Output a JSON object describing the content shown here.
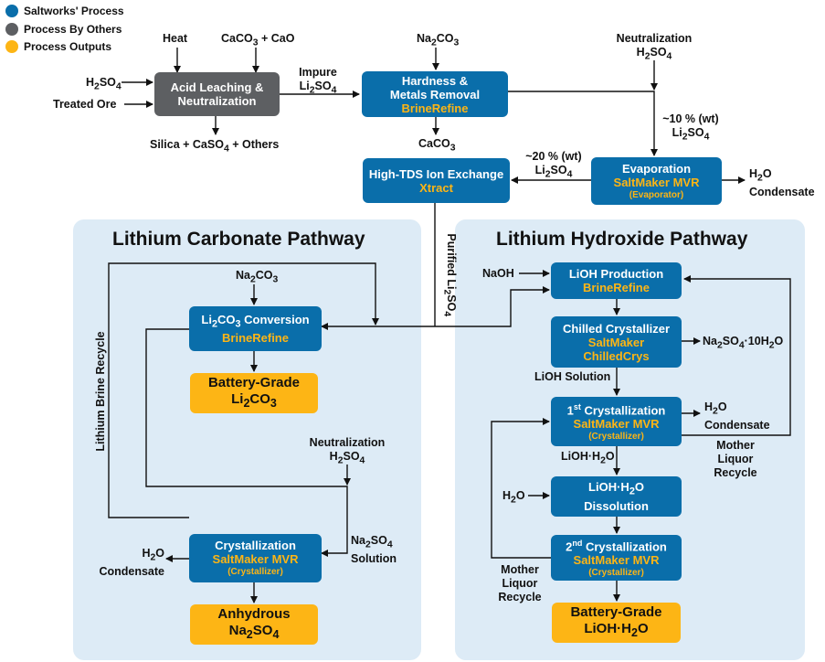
{
  "legend": [
    {
      "label": "Saltworks' Process",
      "color": "#0a6eaa"
    },
    {
      "label": "Process By Others",
      "color": "#5d5f62"
    },
    {
      "label": "Process Outputs",
      "color": "#fdb515"
    }
  ],
  "panels": {
    "carbonate_title": "Lithium Carbonate Pathway",
    "hydroxide_title": "Lithium Hydroxide Pathway"
  },
  "boxes": {
    "acid": {
      "l1": "Acid Leaching &",
      "l2": "Neutralization"
    },
    "hardness": {
      "l1": "Hardness &",
      "l2": "Metals Removal",
      "brand": "BrineRefine"
    },
    "ion_exchange": {
      "l1": "High-TDS Ion Exchange",
      "brand": "Xtract"
    },
    "evaporation": {
      "l1": "Evaporation",
      "brand": "SaltMaker MVR",
      "sub": "(Evaporator)"
    },
    "li2co3_conversion": {
      "a": "Li",
      "sub1": "2",
      "b": "CO",
      "sub2": "3",
      "c": " Conversion",
      "brand": "BrineRefine"
    },
    "battery_li2co3": {
      "l1": "Battery-Grade",
      "a": "Li",
      "sub1": "2",
      "b": "CO",
      "sub2": "3"
    },
    "crystallization_c": {
      "l1": "Crystallization",
      "brand": "SaltMaker MVR",
      "sub": "(Crystallizer)"
    },
    "anhydrous": {
      "l1": "Anhydrous",
      "a": "Na",
      "sub1": "2",
      "b": "SO",
      "sub2": "4"
    },
    "lioh_production": {
      "l1": "LiOH Production",
      "brand": "BrineRefine"
    },
    "chilled": {
      "l1": "Chilled Crystallizer",
      "brand1": "SaltMaker",
      "brand2": "ChilledCrys"
    },
    "first_cryst": {
      "sup": "st",
      "num": "1",
      "l1": " Crystallization",
      "brand": "SaltMaker MVR",
      "sub": "(Crystallizer)"
    },
    "dissolution": {
      "l1": "LiOH·H",
      "sub1": "2",
      "l1b": "O",
      "l2": "Dissolution"
    },
    "second_cryst": {
      "sup": "nd",
      "num": "2",
      "l1": " Crystallization",
      "brand": "SaltMaker MVR",
      "sub": "(Crystallizer)"
    },
    "battery_lioh": {
      "l1": "Battery-Grade",
      "a": "LiOH·H",
      "sub1": "2",
      "b": "O"
    }
  },
  "labels": {
    "heat": "Heat",
    "caco3_cao": {
      "a": "CaCO",
      "sub": "3",
      "b": " + CaO"
    },
    "h2so4_in": {
      "a": "H",
      "sub": "2",
      "b": "SO",
      "sub2": "4"
    },
    "treated_ore": "Treated Ore",
    "silica": {
      "a": "Silica + CaSO",
      "sub": "4",
      "b": " + Others"
    },
    "impure": "Impure",
    "impure_li2so4": {
      "a": "Li",
      "sub": "2",
      "b": "SO",
      "sub2": "4"
    },
    "na2co3_top": {
      "a": "Na",
      "sub": "2",
      "b": "CO",
      "sub2": "3"
    },
    "caco3_out": {
      "a": "CaCO",
      "sub": "3"
    },
    "neutralization_top": "Neutralization",
    "neutralization_top_h2so4": {
      "a": "H",
      "sub": "2",
      "b": "SO",
      "sub2": "4"
    },
    "ten_pct": "~10 % (wt)",
    "ten_pct_li2so4": {
      "a": "Li",
      "sub": "2",
      "b": "SO",
      "sub2": "4"
    },
    "twenty_pct": "~20 % (wt)",
    "twenty_pct_li2so4": {
      "a": "Li",
      "sub": "2",
      "b": "SO",
      "sub2": "4"
    },
    "h2o_condensate_top": {
      "a": "H",
      "sub": "2",
      "b": "O",
      "c": "Condensate"
    },
    "purified": {
      "a": "Purified Li",
      "sub": "2",
      "b": "SO",
      "sub2": "4"
    },
    "na2co3_carb": {
      "a": "Na",
      "sub": "2",
      "b": "CO",
      "sub2": "3"
    },
    "lithium_brine_recycle": "Lithium Brine Recycle",
    "neutralization_carb": "Neutralization",
    "neutralization_carb_h2so4": {
      "a": "H",
      "sub": "2",
      "b": "SO",
      "sub2": "4"
    },
    "na2so4_solution": {
      "a": "Na",
      "sub": "2",
      "b": "SO",
      "sub2": "4",
      "c": "Solution"
    },
    "h2o_condensate_carb": {
      "a": "H",
      "sub": "2",
      "b": "O",
      "c": "Condensate"
    },
    "naoh": "NaOH",
    "na2so4_10h2o": {
      "a": "Na",
      "sub": "2",
      "b": "SO",
      "sub2": "4",
      "c": "·10H",
      "sub3": "2",
      "d": "O"
    },
    "lioh_solution": "LiOH Solution",
    "h2o_condensate_hyd": {
      "a": "H",
      "sub": "2",
      "b": "O",
      "c": "Condensate"
    },
    "lioh_h2o": {
      "a": "LiOH·H",
      "sub": "2",
      "b": "O"
    },
    "mother_liquor_right": {
      "l1": "Mother",
      "l2": "Liquor",
      "l3": "Recycle"
    },
    "h2o_in": {
      "a": "H",
      "sub": "2",
      "b": "O"
    },
    "mother_liquor_left": {
      "l1": "Mother",
      "l2": "Liquor",
      "l3": "Recycle"
    }
  }
}
